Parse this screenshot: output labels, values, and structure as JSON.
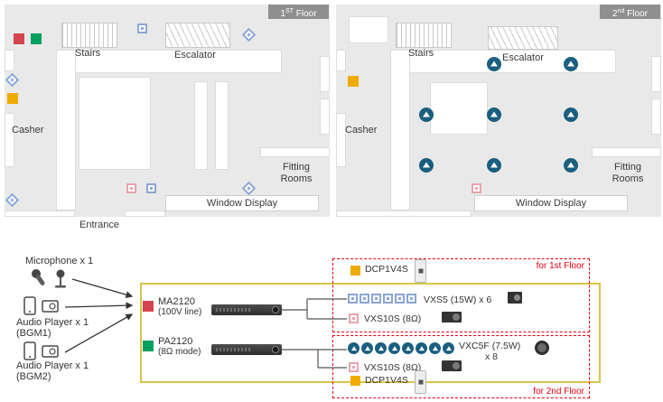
{
  "floor1": {
    "title_num": "1",
    "title_sup": "ST",
    "title_rest": " Floor",
    "stairs": "Stairs",
    "escalator": "Escalator",
    "casher": "Casher",
    "fitting_rooms": "Fitting Rooms",
    "window_display": "Window Display",
    "entrance": "Entrance"
  },
  "floor2": {
    "title_num": "2",
    "title_sup": "nd",
    "title_rest": " Floor",
    "stairs": "Stairs",
    "escalator": "Escalator",
    "casher": "Casher",
    "fitting_rooms": "Fitting Rooms",
    "window_display": "Window Display"
  },
  "sources": {
    "microphone": "Microphone x 1",
    "player1": "Audio Player x 1",
    "player1_sub": "(BGM1)",
    "player2": "Audio Player x 1",
    "player2_sub": "(BGM2)"
  },
  "amps": {
    "ma_name": "MA2120",
    "ma_mode": "(100V line)",
    "pa_name": "PA2120",
    "pa_mode": "(8Ω mode)"
  },
  "group1": {
    "dcp": "DCP1V4S",
    "speakers": "VXS5 (15W) x 6",
    "subwoofer": "VXS10S (8Ω)",
    "tag": "for 1st Floor"
  },
  "group2": {
    "speakers": "VXC5F (7.5W)",
    "speakers_qty": "x 8",
    "subwoofer": "VXS10S (8Ω)",
    "dcp": "DCP1V4S",
    "tag": "for 2nd Floor"
  },
  "colors": {
    "ma_red": "#d6454f",
    "pa_green": "#00a05f",
    "dcp_yellow": "#f0ab00",
    "vxs5_blue": "#8ba6d6",
    "vxc5f_teal": "#1a5f80",
    "vxs10s_pink": "#e8a2ae",
    "floor_tag_red": "#e60012",
    "dcp_wire_yellow": "#d9c544",
    "floor_bg": "#e9e9e9"
  }
}
